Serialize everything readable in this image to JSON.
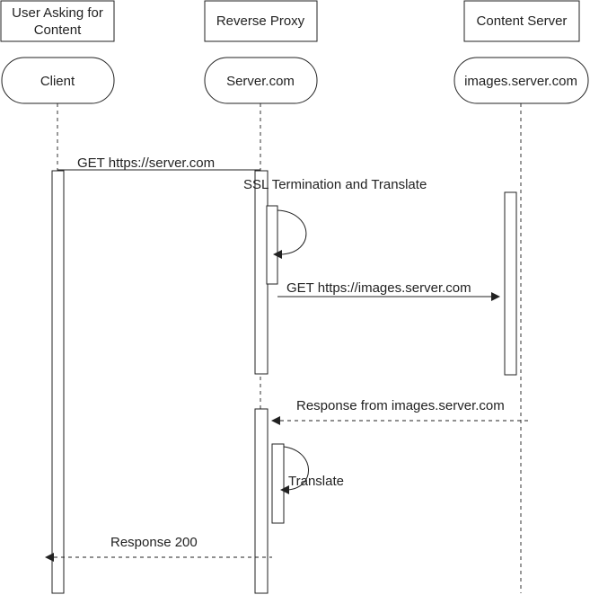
{
  "participants": [
    {
      "role": "User Asking for Content",
      "name": "Client"
    },
    {
      "role": "Reverse Proxy",
      "name": "Server.com"
    },
    {
      "role": "Content Server",
      "name": "images.server.com"
    }
  ],
  "messages": {
    "get_server": "GET https://server.com",
    "ssl_termination": "SSL Termination and Translate",
    "get_images": "GET https://images.server.com",
    "response_images": "Response from images.server.com",
    "translate": "Translate",
    "response_200": "Response 200"
  }
}
